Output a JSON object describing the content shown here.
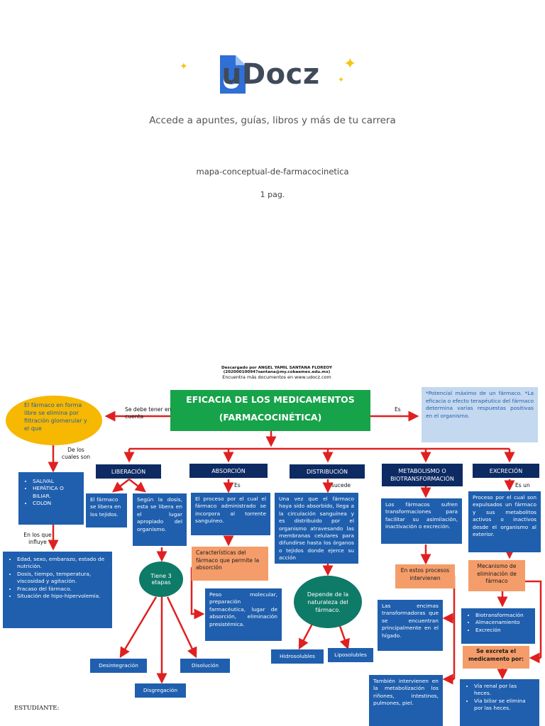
{
  "header": {
    "brand": "uDocz",
    "tagline": "Accede a apuntes, guías, libros y más de tu carrera",
    "document_name": "mapa-conceptual-de-farmacocinetica",
    "page_count": "1 pag."
  },
  "download_note": {
    "line1": "Descargado por ANGEL YAMIL SANTANA FLOREOY",
    "line2": "(20200010094?santana@my.cobaemex.edu.mx)",
    "line3": "Encuentra más documentos en www.udocz.com"
  },
  "map": {
    "title_line1": "EFICACIA DE LOS MEDICAMENTOS",
    "title_line2": "(FARMACOCINÉTICA)",
    "left_link": "Se debe tener en cuenta",
    "right_link": "Es",
    "left_bubble": "El fármaco en forma libre se elimina por filtración glomerular y el que",
    "de_los_cuales": "De los cuales son",
    "right_box": "*Potencial máximo de un fármaco. *La eficacia o efecto terapéutico del fármaco determina varias respuestas positivas en el organismo.",
    "left_list": [
      "SALIVAL",
      "HEPÁTICA O BILIAR.",
      "COLON"
    ],
    "en_los_que": "En los que influye",
    "influence_list": [
      "Edad, sexo, embarazo, estado de nutrición.",
      "Dosis, tiempo, temperatura, viscosidad y agitación.",
      "Fracaso del fármaco.",
      "Situación de hipo-hipervolemia."
    ],
    "stages": {
      "liberacion": "LIBERACIÓN",
      "absorcion": "ABSORCIÓN",
      "distribucion": "DISTRIBUCIÓN",
      "metabolismo": "METABOLISMO O BIOTRANSFORMACIÓN",
      "excrecion": "EXCRECIÓN"
    },
    "lib_box1": "El fármaco se libera en los tejidos.",
    "lib_box2": "Según la dosis, esta se libera en el lugar apropiado del organismo.",
    "tiene3": "Tiene 3 etapas",
    "desintegracion": "Desintegración",
    "disolucion": "Disolución",
    "disgregacion": "Disgregación",
    "abs_es": "Es",
    "abs_box": "El proceso por el cual el fármaco administrado se incorpora al torrente sanguíneo.",
    "abs_orange": "Características del fármaco que permite la absorción",
    "abs_box2": "Peso molecular, preparación farmacéutica, lugar de absorción, eliminación presistémica.",
    "dist_sucede": "sucede",
    "dist_box": "Una vez que el fármaco haya sido absorbido, llega a la circulación sanguínea y es distribuido por el organismo atravesando las membranas celulares para difundirse hasta los órganos o tejidos donde ejerce su acción",
    "depende": "Depende de la naturaleza del fármaco.",
    "hidrosolubles": "Hidrosolubles",
    "liposolubles": "Liposolubles",
    "met_box": "Los fármacos sufren transformaciones para facilitar su asimilación, inactivación o excreción.",
    "met_orange": "En estos procesos intervienen",
    "met_box2": "Las encimas transformadoras que se encuentran principalmente en el hígado.",
    "met_box3": "También intervienen en la metabolización los riñones, intestinos, pulmones, piel.",
    "exc_es_un": "Es un",
    "exc_box": "Proceso por el cual son expulsados un fármaco y sus metabolitos activos o inactivos desde el organismo al exterior.",
    "exc_orange": "Mecanismo de eliminación de fármaco",
    "exc_list": [
      "Biotransformación",
      "Almacenamiento",
      "Excreción"
    ],
    "exc_orange2": "Se excreta el medicamento por:",
    "exc_list2": [
      "Vía renal por las heces.",
      "Vía biliar se elimina por las heces."
    ],
    "estudiante": "ESTUDIANTE:"
  },
  "colors": {
    "title_green": "#17a34a",
    "box_blue": "#1f5fae",
    "navy": "#0d2a63",
    "orange": "#f59d6a",
    "teal": "#0e7a68",
    "bubble_yellow": "#f6b800",
    "light_blue": "#c4d8ef",
    "arrow_red": "#e02020"
  }
}
